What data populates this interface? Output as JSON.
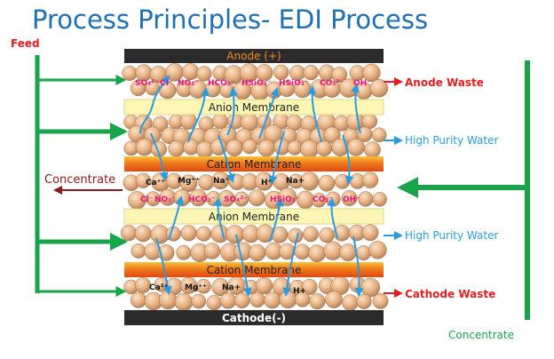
{
  "title": "Process Principles- EDI Process",
  "labels": {
    "feed": "Feed",
    "concentrate_left": "Concentrate",
    "concentrate_bottom": "Concentrate",
    "anode_waste": "Anode Waste",
    "high_purity_1": "High Purity Water",
    "high_purity_2": "High Purity Water",
    "cathode_waste": "Cathode Waste"
  },
  "layers": {
    "anode": "Anode (+)",
    "anion_1": "Anion Membrane",
    "cation_1": "Cation Membrane",
    "anion_2": "Anion Membrane",
    "cation_2": "Cation Membrane",
    "cathode": "Cathode(-)"
  },
  "ions": {
    "anode_row": [
      "SO₄²⁻",
      "Cl⁻",
      "NO₃⁻",
      "HCO₃⁻",
      "HSiO₃⁻",
      "HSiO₃⁻",
      "CO₃²⁻",
      "OH⁻"
    ],
    "conc_cations": [
      "Ca⁺⁺",
      "Mg⁺⁺",
      "Na⁺",
      "H⁺",
      "Na+"
    ],
    "conc_anions": [
      "Cl⁻",
      "NO₃⁻",
      "HCO₃⁻",
      "SO₄²⁻",
      "HSiO₃⁻",
      "CO₃⁻",
      "OH⁻"
    ],
    "cathode_row": [
      "Ca²⁺",
      "Mg⁺⁺",
      "Na+",
      "H+"
    ]
  },
  "colors": {
    "title": "#1f6fb5",
    "feed_line": "#19a34a",
    "concentrate_text": "#19a34a",
    "waste_red": "#e02020",
    "water_blue": "#2b9be0",
    "ion_text": "#e8177d",
    "electrode": "#2b2b2b",
    "anion_membrane": "#fbf6b4",
    "cation_membrane": "#f08a22",
    "bead": "#e8b486"
  }
}
